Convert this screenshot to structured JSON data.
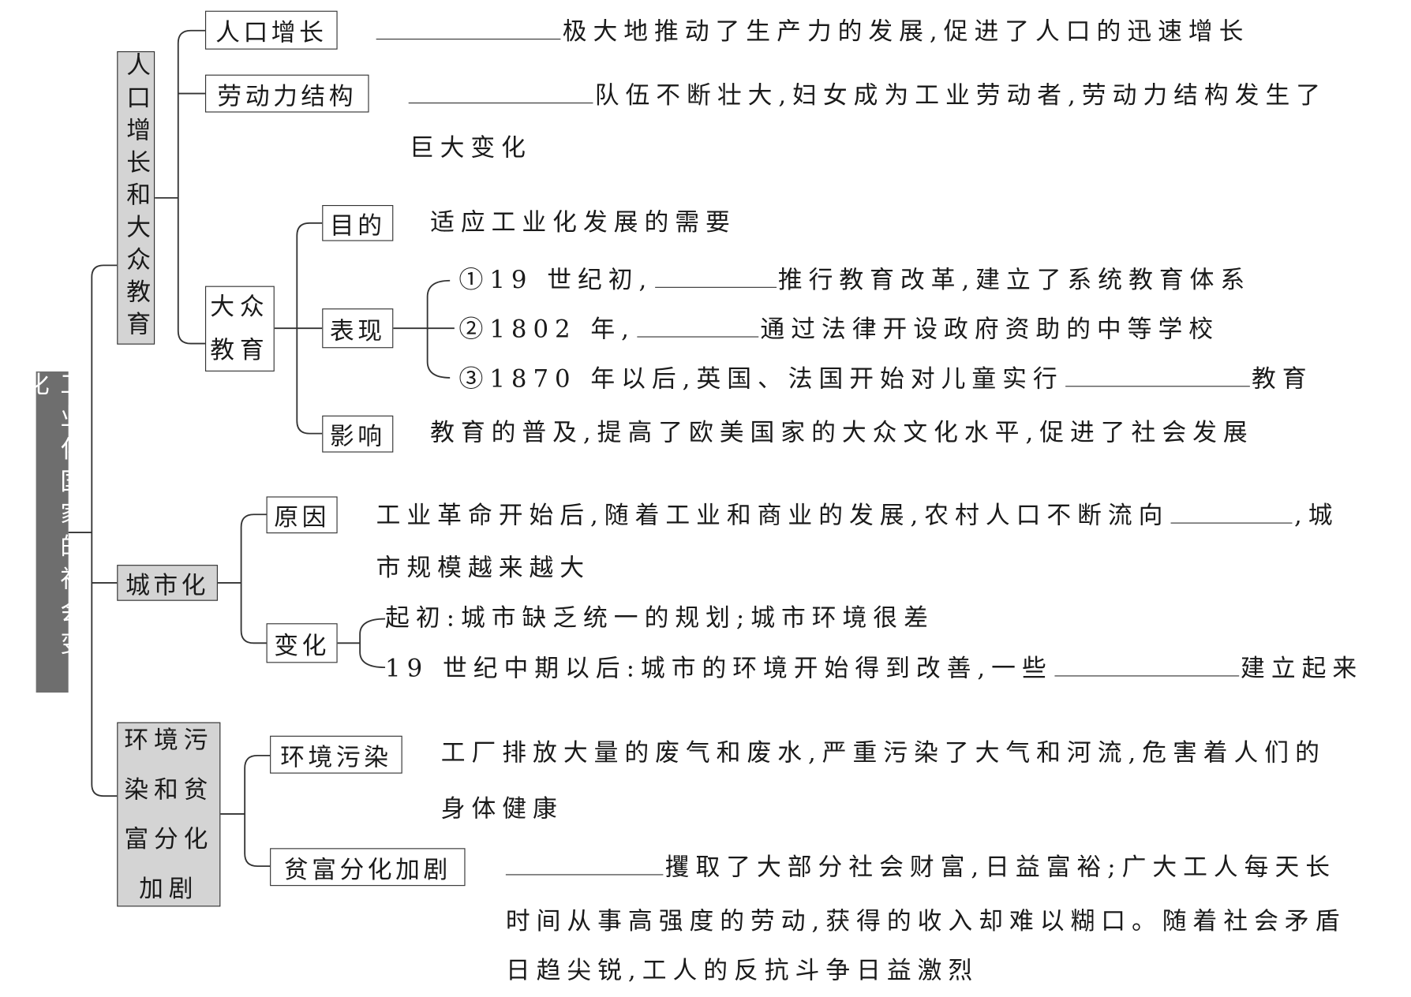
{
  "root": "工业化国家的社会变化",
  "branch1": {
    "title": "人口增长和大众教育",
    "pop_growth": {
      "label": "人口增长",
      "text": "极大地推动了生产力的发展,促进了人口的迅速增长"
    },
    "labor": {
      "label": "劳动力结构",
      "text": "队伍不断壮大,妇女成为工业劳动者,劳动力结构发生了",
      "text2": "巨大变化"
    },
    "education": {
      "label_line1": "大众",
      "label_line2": "教育",
      "purpose": {
        "label": "目的",
        "text": "适应工业化发展的需要"
      },
      "manifest": {
        "label": "表现",
        "item1": {
          "pre": "①19 世纪初,",
          "post": "推行教育改革,建立了系统教育体系"
        },
        "item2": {
          "pre": "②1802 年,",
          "post": "通过法律开设政府资助的中等学校"
        },
        "item3": {
          "pre": "③1870 年以后,英国、法国开始对儿童实行",
          "post": "教育"
        }
      },
      "impact": {
        "label": "影响",
        "text": "教育的普及,提高了欧美国家的大众文化水平,促进了社会发展"
      }
    }
  },
  "branch2": {
    "title": "城市化",
    "cause": {
      "label": "原因",
      "pre": "工业革命开始后,随着工业和商业的发展,农村人口不断流向",
      "post": ",城",
      "text2": "市规模越来越大"
    },
    "change": {
      "label": "变化",
      "item1": "起初:城市缺乏统一的规划;城市环境很差",
      "item2_pre": "19 世纪中期以后:城市的环境开始得到改善,一些",
      "item2_post": "建立起来"
    }
  },
  "branch3": {
    "title_l1": "环境污",
    "title_l2": "染和贫",
    "title_l3": "富分化",
    "title_l4": "加剧",
    "pollution": {
      "label": "环境污染",
      "text": "工厂排放大量的废气和废水,严重污染了大气和河流,危害着人们的",
      "text2": "身体健康"
    },
    "wealth": {
      "label": "贫富分化加剧",
      "text": "攫取了大部分社会财富,日益富裕;广大工人每天长",
      "text2": "时间从事高强度的劳动,获得的收入却难以糊口。随着社会矛盾",
      "text3": "日趋尖锐,工人的反抗斗争日益激烈"
    }
  }
}
